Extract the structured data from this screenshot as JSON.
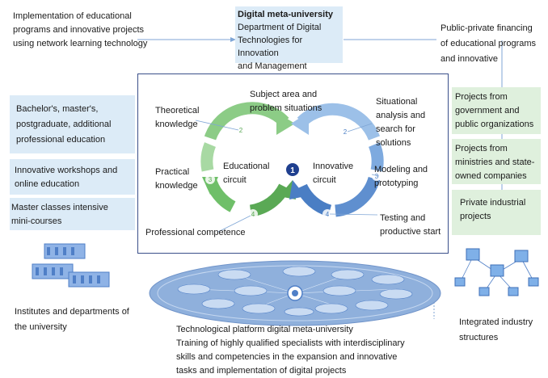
{
  "top_left": [
    "Implementation of educational",
    "programs and innovative projects",
    "using network learning technology"
  ],
  "top_center": {
    "title": "Digital meta-university",
    "lines": [
      "Department of Digital",
      "Technologies for Innovation",
      "and Management"
    ]
  },
  "top_right": [
    "Public-private financing",
    "of educational programs",
    "and innovative"
  ],
  "left_boxes": [
    {
      "lines": [
        "Bachelor's, master's,",
        "postgraduate, additional",
        "professional education"
      ]
    },
    {
      "lines": [
        "Innovative workshops and",
        "online education"
      ]
    },
    {
      "lines": [
        "Master classes intensive",
        "mini-courses"
      ]
    }
  ],
  "right_boxes": [
    {
      "lines": [
        "Projects from",
        "government and",
        "public organizations"
      ]
    },
    {
      "lines": [
        "Projects from",
        "ministries and state-",
        "owned companies"
      ]
    },
    {
      "lines": [
        "Private industrial",
        "projects"
      ]
    }
  ],
  "center": {
    "subject": [
      "Subject area and",
      "problem situations"
    ],
    "theoretical": [
      "Theoretical",
      "knowledge"
    ],
    "practical": [
      "Practical",
      "knowledge"
    ],
    "professional": "Professional competence",
    "educational_circuit": [
      "Educational",
      "circuit"
    ],
    "innovative_circuit": [
      "Innovative",
      "circuit"
    ],
    "situational": [
      "Situational",
      "analysis and",
      "search for",
      "solutions"
    ],
    "modeling": [
      "Modeling and",
      "prototyping"
    ],
    "testing": [
      "Testing and",
      "productive start"
    ],
    "center_number": "1",
    "left_numbers": [
      "2",
      "3",
      "4"
    ],
    "right_numbers": [
      "2",
      "3",
      "4"
    ]
  },
  "institutes": [
    "Institutes and departments of",
    "the university"
  ],
  "industry": [
    "Integrated industry",
    "structures"
  ],
  "bottom": [
    "Technological platform digital meta-university",
    "Training of highly qualified specialists with interdisciplinary",
    "skills and competencies in the expansion and innovative",
    "tasks and implementation of digital projects"
  ],
  "colors": {
    "blue_box": "#dcebf7",
    "green_box": "#dff0dd",
    "frame": "#3a4f8a",
    "green_arrow": "#7fc47a",
    "blue_arrow": "#6f9fd6"
  }
}
